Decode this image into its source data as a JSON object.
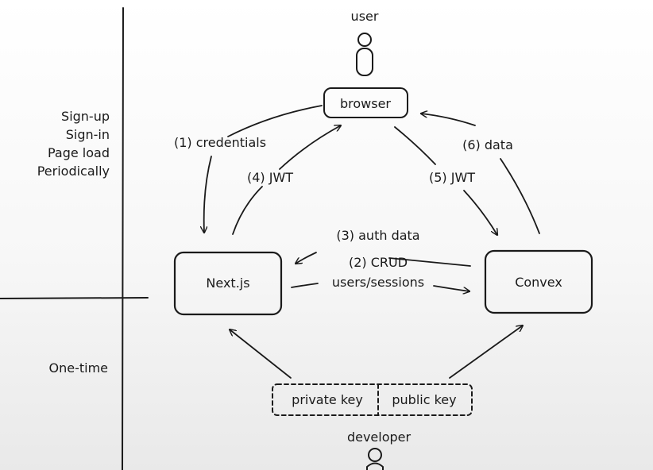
{
  "side_labels": {
    "recurring": [
      "Sign-up",
      "Sign-in",
      "Page load",
      "Periodically"
    ],
    "one_time": "One-time"
  },
  "actors": {
    "user": "user",
    "developer": "developer"
  },
  "nodes": {
    "browser": "browser",
    "nextjs": "Next.js",
    "convex": "Convex",
    "private_key": "private key",
    "public_key": "public key"
  },
  "edges": {
    "credentials": "(1) credentials",
    "crud_line1": "(2) CRUD",
    "crud_line2": "users/sessions",
    "auth_data": "(3) auth data",
    "jwt_nextjs": "(4) JWT",
    "jwt_convex": "(5) JWT",
    "data": "(6) data"
  }
}
